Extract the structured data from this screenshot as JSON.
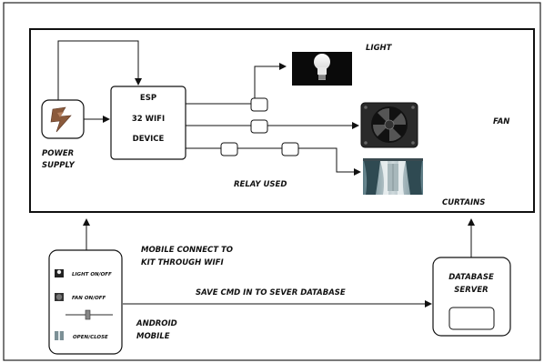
{
  "labels": {
    "esp_line1": "ESP",
    "esp_line2": "32 WIFI",
    "esp_line3": "DEVICE",
    "power_line1": "POWER",
    "power_line2": "SUPPLY",
    "light": "LIGHT",
    "fan": "FAN",
    "curtains": "CURTAINS",
    "relay": "RELAY USED",
    "mobile_connect_line1": "MOBILE CONNECT TO",
    "mobile_connect_line2": "KIT THROUGH WIFI",
    "save_cmd": "SAVE CMD IN TO SEVER DATABASE",
    "android_line1": "ANDROID",
    "android_line2": "MOBILE",
    "db_line1": "DATABASE",
    "db_line2": "SERVER"
  },
  "phone_controls": {
    "light": "LIGHT ON/OFF",
    "fan": "FAN ON/OFF",
    "curtain": "OPEN/CLOSE"
  }
}
